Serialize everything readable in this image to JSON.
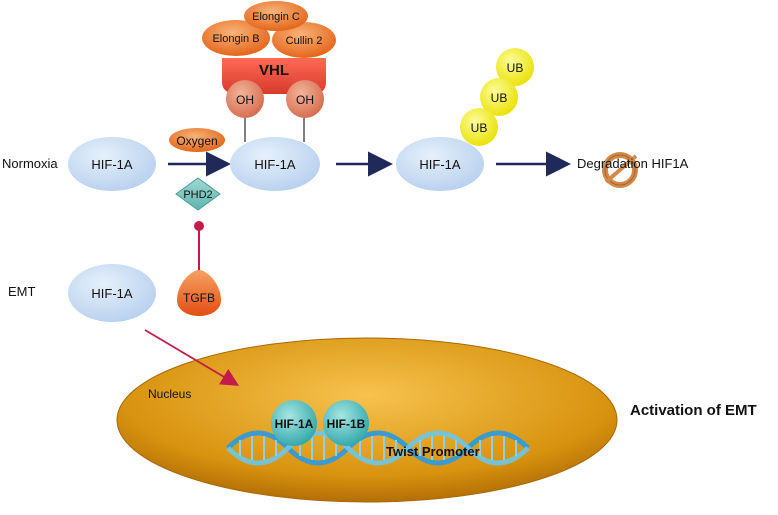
{
  "labels": {
    "normoxia": "Normoxia",
    "emt": "EMT",
    "hif1a": "HIF-1A",
    "hif1b": "HIF-1B",
    "oxygen": "Oxygen",
    "phd2": "PHD2",
    "tgfb": "TGFB",
    "vhl": "VHL",
    "elongin_c": "Elongin C",
    "elongin_b": "Elongin B",
    "cullin2": "Cullin 2",
    "oh": "OH",
    "ub": "UB",
    "degradation": "Degradation HIF1A",
    "nucleus": "Nucleus",
    "twist_promoter": "Twist Promoter",
    "activation": "Activation of EMT"
  },
  "colors": {
    "hif_fill": "#c9def5",
    "orange": "#f07a2a",
    "vhl_red": "#e8463c",
    "oh_fill": "#e58a6e",
    "ub_yellow": "#f3f01c",
    "phd2_teal": "#7cc6c0",
    "nucleus_gold": "#d99a1a",
    "arrow_navy": "#1f2a5a",
    "inhibit_red": "#c41c4a"
  }
}
